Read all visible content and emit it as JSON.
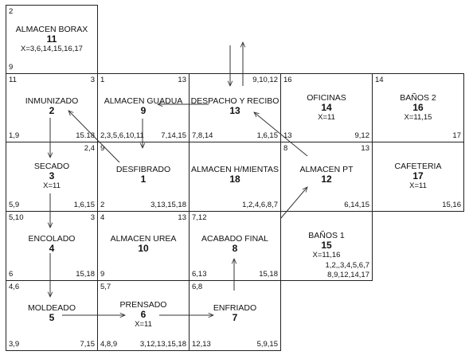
{
  "colors": {
    "line": "#222222",
    "arrow": "#333333",
    "text": "#111111"
  },
  "cells": [
    {
      "id": "almacen-borax",
      "name": "ALMACEN BORAX",
      "number": "11",
      "x_info": "X=3,6,14,15,16,17",
      "tl": "2",
      "tr": "",
      "bl": "9",
      "br": "",
      "extra": []
    },
    {
      "id": "inmunizado",
      "name": "INMUNIZADO",
      "number": "2",
      "x_info": "",
      "tl": "11",
      "tr": "3",
      "bl": "1,9",
      "br": "15.18",
      "extra": []
    },
    {
      "id": "almacen-guadua",
      "name": "ALMACEN GUADUA",
      "number": "9",
      "x_info": "",
      "tl": "1",
      "tr": "13",
      "bl": "2,3,5,6,10,11",
      "br": "7,14,15",
      "extra": []
    },
    {
      "id": "despacho-y-recibo",
      "name": "DESPACHO Y RECIBO",
      "number": "13",
      "x_info": "",
      "tl": "",
      "tr": "9,10,12",
      "bl": "7,8,14",
      "br": "1,6,15",
      "extra": []
    },
    {
      "id": "oficinas",
      "name": "OFICINAS",
      "number": "14",
      "x_info": "X=11",
      "tl": "16",
      "tr": "",
      "bl": "13",
      "br": "9,12",
      "extra": []
    },
    {
      "id": "banos-2",
      "name": "BAÑOS 2",
      "number": "16",
      "x_info": "X=11,15",
      "tl": "14",
      "tr": "",
      "bl": "",
      "br": "17",
      "extra": []
    },
    {
      "id": "secado",
      "name": "SECADO",
      "number": "3",
      "x_info": "X=11",
      "tl": "",
      "tr": "2,4",
      "bl": "5,9",
      "br": "1,6,15",
      "extra": []
    },
    {
      "id": "desfibrado",
      "name": "DESFIBRADO",
      "number": "1",
      "x_info": "",
      "tl": "9",
      "tr": "",
      "bl": "2",
      "br": "3,13,15,18",
      "extra": []
    },
    {
      "id": "almacen-herramientas",
      "name": "ALMACEN H/MIENTAS",
      "number": "18",
      "x_info": "",
      "tl": "",
      "tr": "",
      "bl": "",
      "br": "1,2,4,6,8,7",
      "extra": []
    },
    {
      "id": "almacen-pt",
      "name": "ALMACEN PT",
      "number": "12",
      "x_info": "",
      "tl": "8",
      "tr": "13",
      "bl": "",
      "br": "6,14,15",
      "extra": []
    },
    {
      "id": "cafeteria",
      "name": "CAFETERIA",
      "number": "17",
      "x_info": "X=11",
      "tl": "",
      "tr": "",
      "bl": "",
      "br": "15,16",
      "extra": []
    },
    {
      "id": "encolado",
      "name": "ENCOLADO",
      "number": "4",
      "x_info": "",
      "tl": "5,10",
      "tr": "3",
      "bl": "6",
      "br": "15,18",
      "extra": []
    },
    {
      "id": "almacen-urea",
      "name": "ALMACEN UREA",
      "number": "10",
      "x_info": "",
      "tl": "4",
      "tr": "13",
      "bl": "9",
      "br": "",
      "extra": []
    },
    {
      "id": "acabado-final",
      "name": "ACABADO FINAL",
      "number": "8",
      "x_info": "",
      "tl": "7,12",
      "tr": "",
      "bl": "6,13",
      "br": "15,18",
      "extra": []
    },
    {
      "id": "banos-1",
      "name": "BAÑOS 1",
      "number": "15",
      "x_info": "X=11,16",
      "tl": "",
      "tr": "",
      "bl": "",
      "br": "",
      "extra": [
        "1,2,,3,4,5,6,7",
        "8,9,12,14,17"
      ]
    },
    {
      "id": "moldeado",
      "name": "MOLDEADO",
      "number": "5",
      "x_info": "",
      "tl": "4,6",
      "tr": "",
      "bl": "3,9",
      "br": "7,15",
      "extra": []
    },
    {
      "id": "prensado",
      "name": "PRENSADO",
      "number": "6",
      "x_info": "X=11",
      "tl": "5,7",
      "tr": "",
      "bl": "4,8,9",
      "br": "3,12,13,15,18",
      "extra": []
    },
    {
      "id": "enfriado",
      "name": "ENFRIADO",
      "number": "7",
      "x_info": "",
      "tl": "6,8",
      "tr": "",
      "bl": "12,13",
      "br": "5,9,15",
      "extra": []
    }
  ]
}
